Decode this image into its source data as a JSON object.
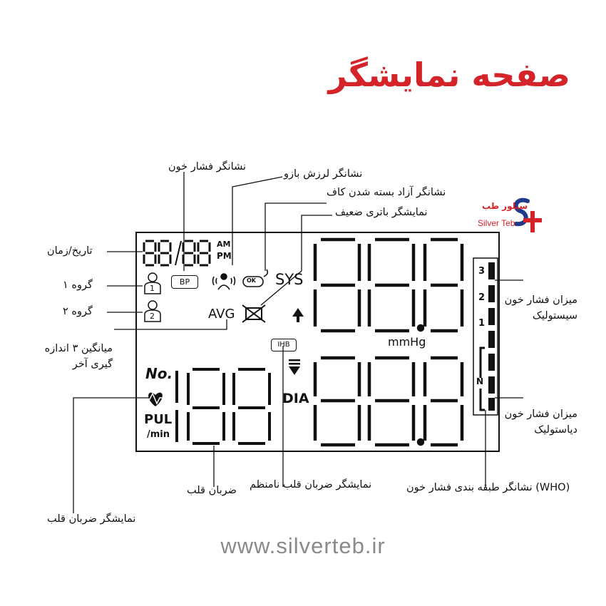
{
  "page_title": "صفحه نمایشگر",
  "logo": {
    "fa": "سیلور طب",
    "en": "Silver Teb"
  },
  "labels": {
    "bp_indicator": "نشانگر فشار خون",
    "arm_motion": "نشانگر لرزش بازو",
    "cuff": "نشانگر آزاد بسته شدن کاف",
    "battery": "نمایشگر باتری ضعیف",
    "datetime": "تاریخ/زمان",
    "group1": "گروه ۱",
    "group2": "گروه ۲",
    "average": "میانگین ۳ اندازه گیری آخر",
    "systolic": "میزان فشار خون سیستولیک",
    "diastolic": "میزان فشار خون دیاستولیک",
    "pulse": "ضربان قلب",
    "ihb": "نمایشگر ضربان قلب نامنظم",
    "who": "(WHO) نشانگر طبقه بندی فشار خون",
    "heartbeat": "نمایشگر ضربان قلب"
  },
  "lcd": {
    "am": "AM",
    "pm": "PM",
    "bp_badge": "BP",
    "ok_badge": "OK",
    "sys": "SYS",
    "avg": "AVG",
    "mmhg": "mmHg",
    "ihb_badge": "IHB",
    "no": "No.",
    "dia": "DIA",
    "pul": "PUL",
    "per_min": "/min",
    "group1_num": "1",
    "group2_num": "2",
    "scale": [
      "3",
      "2",
      "1",
      "N"
    ]
  },
  "url": "www.silverteb.ir",
  "colors": {
    "title": "#d4242a",
    "lcd_ink": "#111111",
    "url": "#8a8a8a"
  }
}
